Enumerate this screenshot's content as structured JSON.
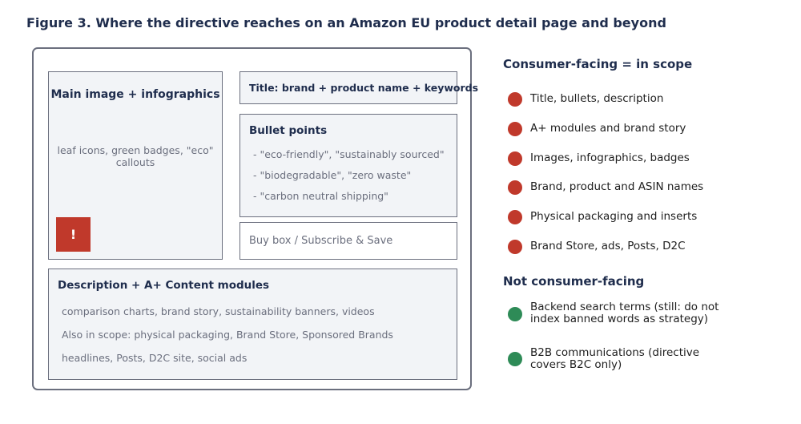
{
  "title": "Figure 3. Where the directive reaches on an Amazon EU product detail page and beyond",
  "page_mockup": {
    "main_image": {
      "heading": "Main image + infographics",
      "detail": "leaf icons, green badges, \"eco\" callouts",
      "alert_symbol": "!"
    },
    "title_box": "Title: brand + product name + keywords",
    "bullet_points": {
      "heading": "Bullet points",
      "items": [
        "- \"eco-friendly\", \"sustainably sourced\"",
        "- \"biodegradable\", \"zero waste\"",
        "- \"carbon neutral shipping\""
      ]
    },
    "buy_box": "Buy box / Subscribe & Save",
    "description": {
      "heading": "Description + A+ Content modules",
      "lines": [
        "comparison charts, brand story, sustainability banners, videos",
        "Also in scope: physical packaging, Brand Store, Sponsored Brands",
        "headlines, Posts, D2C site, social ads"
      ]
    }
  },
  "legend": {
    "in_scope": {
      "heading": "Consumer-facing = in scope",
      "color": "#c0392b",
      "items": [
        "Title, bullets, description",
        "A+ modules and brand story",
        "Images, infographics, badges",
        "Brand, product and ASIN names",
        "Physical packaging and inserts",
        "Brand Store, ads, Posts, D2C"
      ]
    },
    "out_scope": {
      "heading": "Not consumer-facing",
      "color": "#2e8b57",
      "items": [
        "Backend search terms (still: do not index banned words as strategy)",
        "B2B communications (directive covers B2C only)"
      ]
    }
  }
}
